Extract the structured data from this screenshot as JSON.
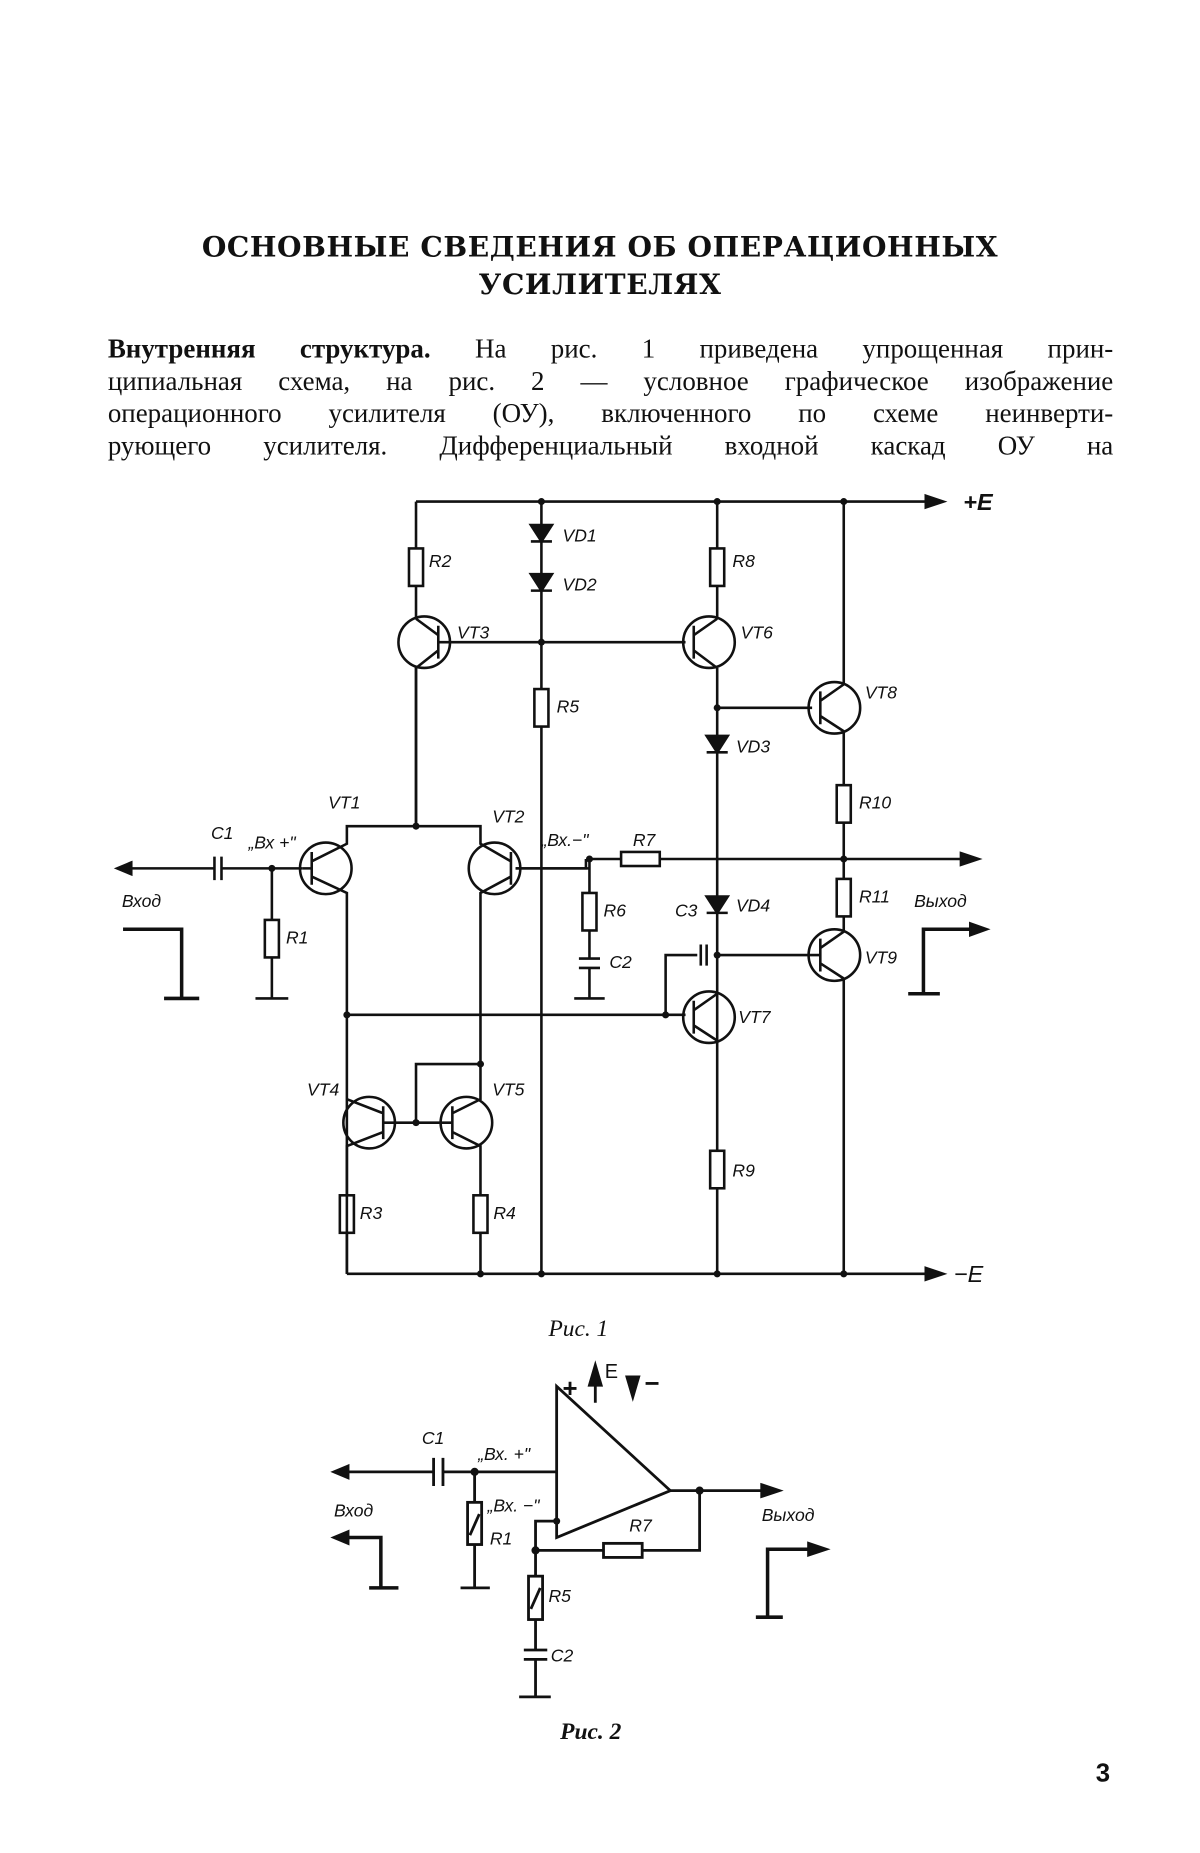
{
  "heading": {
    "line1": "ОСНОВНЫЕ СВЕДЕНИЯ ОБ ОПЕРАЦИОННЫХ",
    "line2": "УСИЛИТЕЛЯХ"
  },
  "paragraph": {
    "lead": "Внутренняя структура.",
    "line1_rest": "На рис. 1 приведена упрощенная прин-",
    "line2": "ципиальная схема, на рис. 2 — условное графическое изображение",
    "line3": "операционного усилителя (ОУ), включенного по схеме неинверти-",
    "line4": "рующего усилителя. Дифференциальный входной каскад ОУ на"
  },
  "fig1": {
    "caption": "Рис. 1",
    "labels": {
      "plus_e": "+E",
      "minus_e": "−E",
      "vd1": "VD1",
      "vd2": "VD2",
      "vd3": "VD3",
      "vd4": "VD4",
      "r1": "R1",
      "r2": "R2",
      "r3": "R3",
      "r4": "R4",
      "r5": "R5",
      "r6": "R6",
      "r7": "R7",
      "r8": "R8",
      "r9": "R9",
      "r10": "R10",
      "r11": "R11",
      "vt1": "VT1",
      "vt2": "VT2",
      "vt3": "VT3",
      "vt4": "VT4",
      "vt5": "VT5",
      "vt6": "VT6",
      "vt7": "VT7",
      "vt8": "VT8",
      "vt9": "VT9",
      "c1": "C1",
      "c2": "C2",
      "c3": "C3",
      "in_plus": "„Вх +\"",
      "in_minus": "„Вх.−\"",
      "input": "Вход",
      "output": "Выход"
    }
  },
  "fig2": {
    "caption": "Рис. 2",
    "labels": {
      "e": "E",
      "plus": "+",
      "minus": "−",
      "c1": "C1",
      "c2": "C2",
      "r1": "R1",
      "r5": "R5",
      "r7": "R7",
      "in_plus": "„Вх. +\"",
      "in_minus": "„Вх. −\"",
      "input": "Вход",
      "output": "Выход"
    }
  },
  "page_number": "3"
}
